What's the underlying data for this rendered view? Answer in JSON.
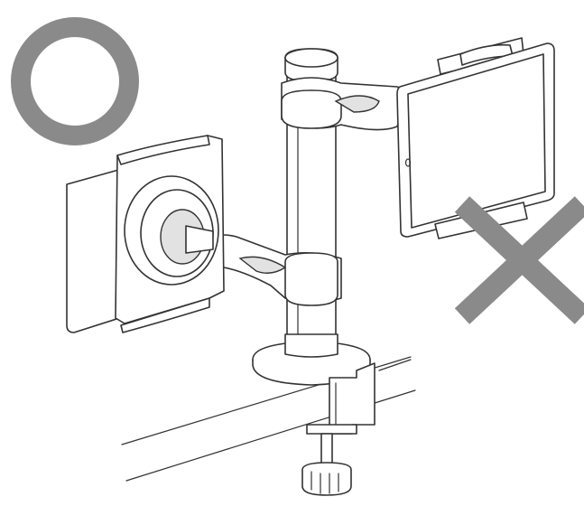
{
  "illustration": {
    "subject": "dual-arm-tablet-pole-mount-with-desk-clamp",
    "marks": {
      "ok_mark": {
        "symbol": "circle",
        "color": "#8a8a8a"
      },
      "ng_mark": {
        "symbol": "cross",
        "color": "#8a8a8a"
      }
    },
    "line_color": "#333333",
    "fill_color": "#ffffff"
  }
}
